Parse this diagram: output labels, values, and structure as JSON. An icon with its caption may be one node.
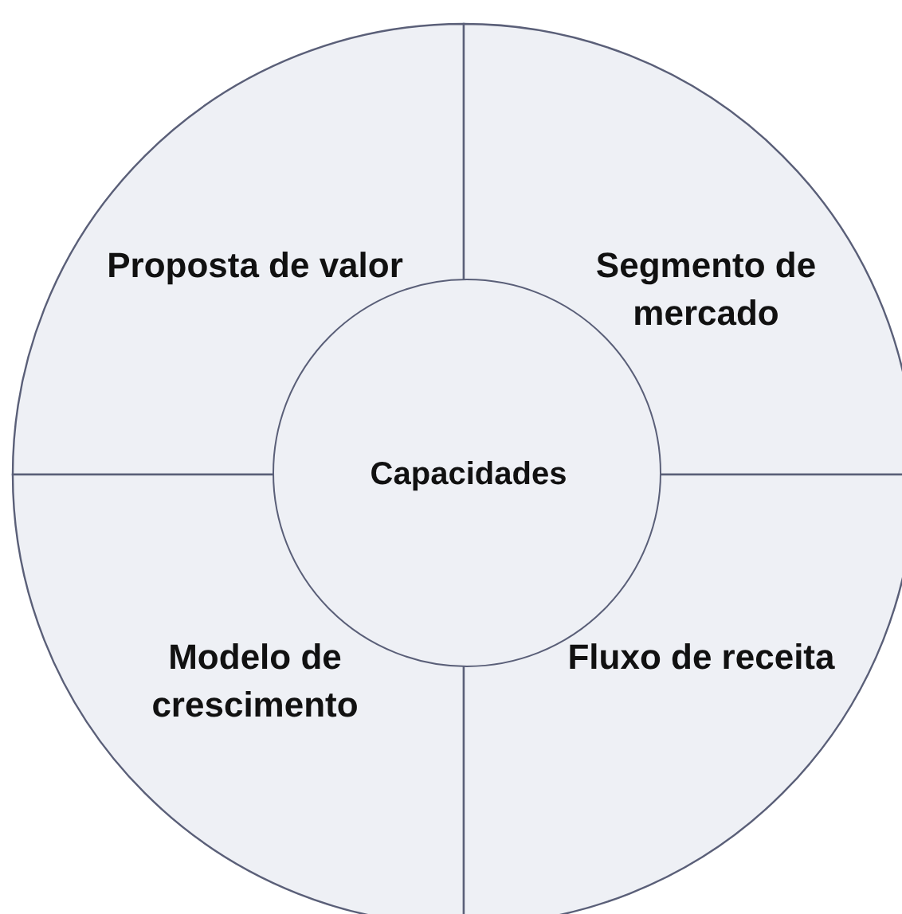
{
  "diagram": {
    "nodes": [
      {
        "text": [
          "Proposta de valor"
        ]
      },
      {
        "text": [
          "Segmento de mercado"
        ]
      },
      {
        "text": [
          "Capacidades"
        ]
      },
      {
        "text": [
          "Modelo de crescimento"
        ]
      },
      {
        "text": [
          "Fluxo de receita"
        ]
      }
    ]
  }
}
